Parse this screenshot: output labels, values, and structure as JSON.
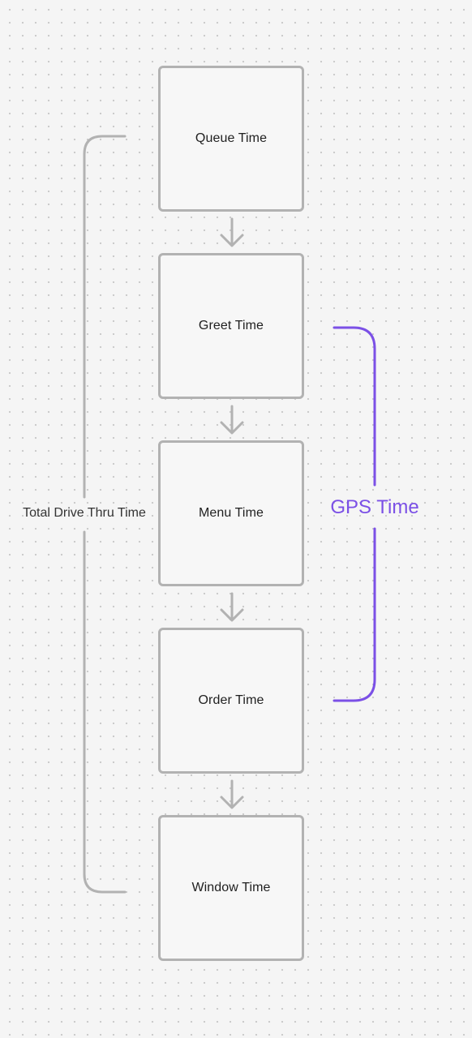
{
  "stages": [
    {
      "label": "Queue Time"
    },
    {
      "label": "Greet Time"
    },
    {
      "label": "Menu Time"
    },
    {
      "label": "Order Time"
    },
    {
      "label": "Window Time"
    }
  ],
  "brackets": {
    "total": {
      "label": "Total Drive Thru Time",
      "color": "#b2b2b2"
    },
    "gps": {
      "label": "GPS Time",
      "color": "#7b50e6"
    }
  },
  "colors": {
    "box_border": "#b2b2b2",
    "arrow": "#b2b2b2",
    "canvas_background": "#f5f5f5",
    "dot_grid": "#c9c9c9"
  }
}
